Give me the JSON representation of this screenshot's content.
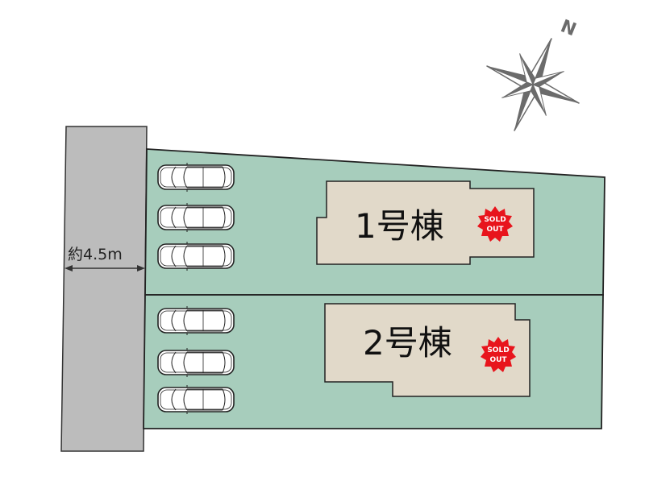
{
  "title": "区画図",
  "colors": {
    "lot": "#a7cdbc",
    "building": "#e1d9c9",
    "road": "#bcbcbc",
    "badge": "#e8141c",
    "compass": "#6b6b6b"
  },
  "compass": {
    "label": "N",
    "icon": "compass-rose-icon"
  },
  "road": {
    "width_label": "約4.5m"
  },
  "lots": [
    {
      "number": "1",
      "suffix": "号棟",
      "badge_line1": "SOLD",
      "badge_line2": "OUT",
      "parking_spaces": 3
    },
    {
      "number": "2",
      "suffix": "号棟",
      "badge_line1": "SOLD",
      "badge_line2": "OUT",
      "parking_spaces": 3
    }
  ]
}
